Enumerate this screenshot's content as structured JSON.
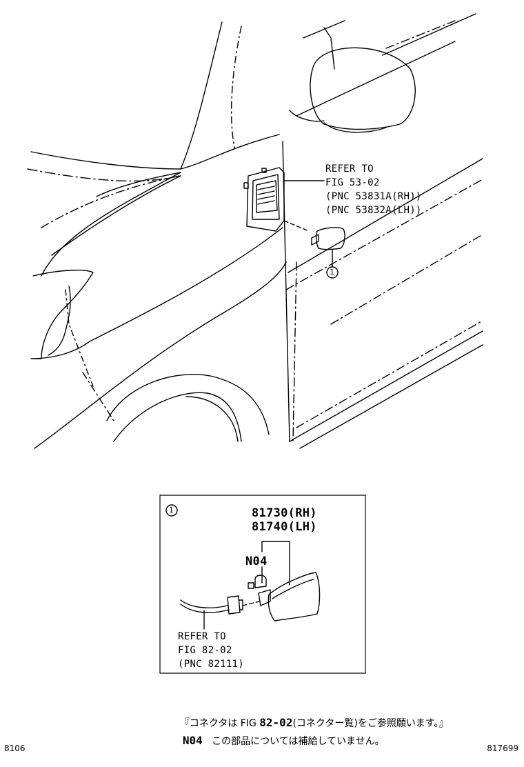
{
  "callouts": {
    "upper_ref": [
      "REFER TO",
      "FIG 53-02",
      "(PNC 53831A(RH))",
      "(PNC 53832A(LH))"
    ],
    "marker": "1",
    "detail_marker": "1",
    "part_numbers": [
      "81730(RH)",
      "81740(LH)"
    ],
    "no_supply_code": "N04",
    "lower_ref": [
      "REFER TO",
      "FIG 82-02",
      "(PNC 82111)"
    ]
  },
  "notes": {
    "line1_pre": "『コネクタは FIG ",
    "line1_fig": "82-02",
    "line1_post": "(コネクター覧)をご参照願います。』",
    "line2_code": "N04",
    "line2_text": "この部品については補給していません。"
  },
  "footer": {
    "left": "8106",
    "right": "817699"
  }
}
